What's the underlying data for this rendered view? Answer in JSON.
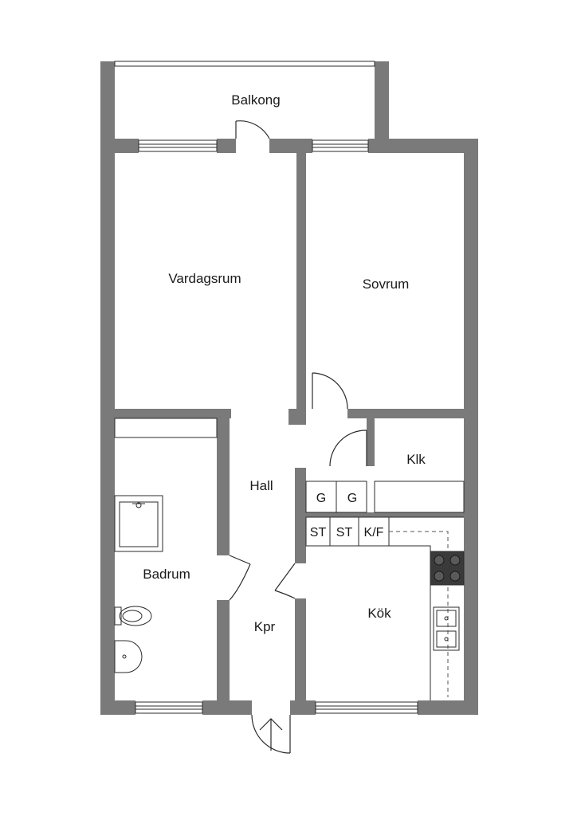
{
  "rooms": {
    "balkong": "Balkong",
    "vardagsrum": "Vardagsrum",
    "sovrum": "Sovrum",
    "hall": "Hall",
    "klk": "Klk",
    "badrum": "Badrum",
    "kpr": "Kpr",
    "kok": "Kök"
  },
  "storage": {
    "g1": "G",
    "g2": "G",
    "st1": "ST",
    "st2": "ST",
    "kf": "K/F"
  },
  "colors": {
    "wall": "#7a7a7a",
    "line": "#2b2b2b",
    "background": "#ffffff"
  }
}
